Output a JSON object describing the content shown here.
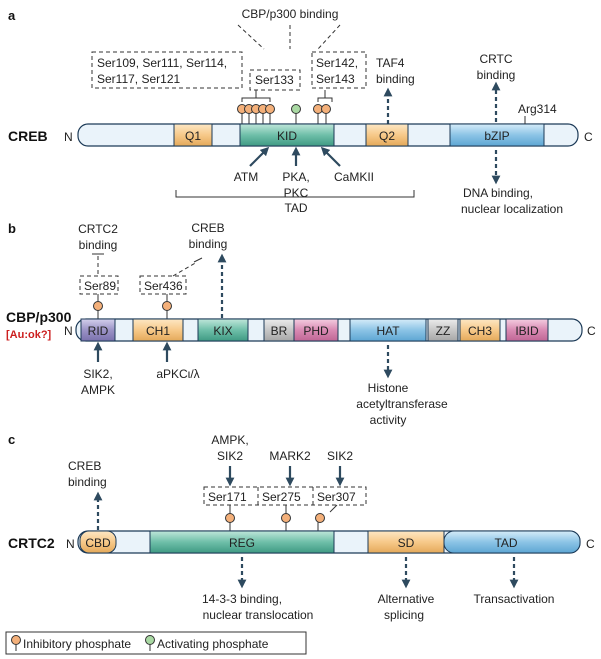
{
  "panels": {
    "a": {
      "letter": "a",
      "protein": "CREB",
      "n": "N",
      "c": "C",
      "domains": [
        "Q1",
        "KID",
        "Q2",
        "bZIP"
      ],
      "top_label": "CBP/p300 binding",
      "site_boxes": [
        {
          "lines": [
            "Ser109, Ser111, Ser114,",
            "Ser117, Ser121"
          ]
        },
        {
          "lines": [
            "Ser133"
          ]
        },
        {
          "lines": [
            "Ser142,",
            "Ser143"
          ]
        }
      ],
      "taf4": [
        "TAF4",
        "binding"
      ],
      "crtc": [
        "CRTC",
        "binding"
      ],
      "arg": "Arg314",
      "kinases": {
        "atm": "ATM",
        "pka": [
          "PKA,",
          "PKC"
        ],
        "camk": "CaMKII"
      },
      "tad": "TAD",
      "dna": [
        "DNA binding,",
        "nuclear localization"
      ]
    },
    "b": {
      "letter": "b",
      "protein": "CBP/p300",
      "query": "[Au:ok?]",
      "n": "N",
      "c": "C",
      "domains": [
        "RID",
        "CH1",
        "KIX",
        "BR",
        "PHD",
        "HAT",
        "ZZ",
        "CH3",
        "IBID"
      ],
      "crtc2": [
        "CRTC2",
        "binding"
      ],
      "creb": [
        "CREB",
        "binding"
      ],
      "ser89": "Ser89",
      "ser436": "Ser436",
      "sik2": [
        "SIK2,",
        "AMPK"
      ],
      "apkc": "aPKCι/λ",
      "histone": [
        "Histone",
        "acetyltransferase",
        "activity"
      ]
    },
    "c": {
      "letter": "c",
      "protein": "CRTC2",
      "n": "N",
      "c": "C",
      "domains": [
        "CBD",
        "REG",
        "SD",
        "TAD"
      ],
      "creb": [
        "CREB",
        "binding"
      ],
      "kinases": [
        [
          "AMPK,",
          "SIK2"
        ],
        [
          "MARK2"
        ],
        [
          "SIK2"
        ]
      ],
      "sites": [
        "Ser171",
        "Ser275",
        "Ser307"
      ],
      "out": [
        [
          "14-3-3 binding,",
          "nuclear translocation"
        ],
        [
          "Alternative",
          "splicing"
        ],
        [
          "Transactivation"
        ]
      ]
    }
  },
  "legend": {
    "inhibitory": "Inhibitory phosphate",
    "activating": "Activating phosphate"
  },
  "colors": {
    "bar": "#eaf3fa",
    "orange": "#f7c98a",
    "teal": "#6fbfa9",
    "blue": "#8cc4e6",
    "purple": "#9b93c6",
    "pink": "#d98ab3",
    "gray": "#c7c7c7",
    "phospho_inhib": "#f4b07a",
    "phospho_act": "#a9d9a3",
    "arrow": "#2e4a5f",
    "query": "#cc1f1f"
  }
}
